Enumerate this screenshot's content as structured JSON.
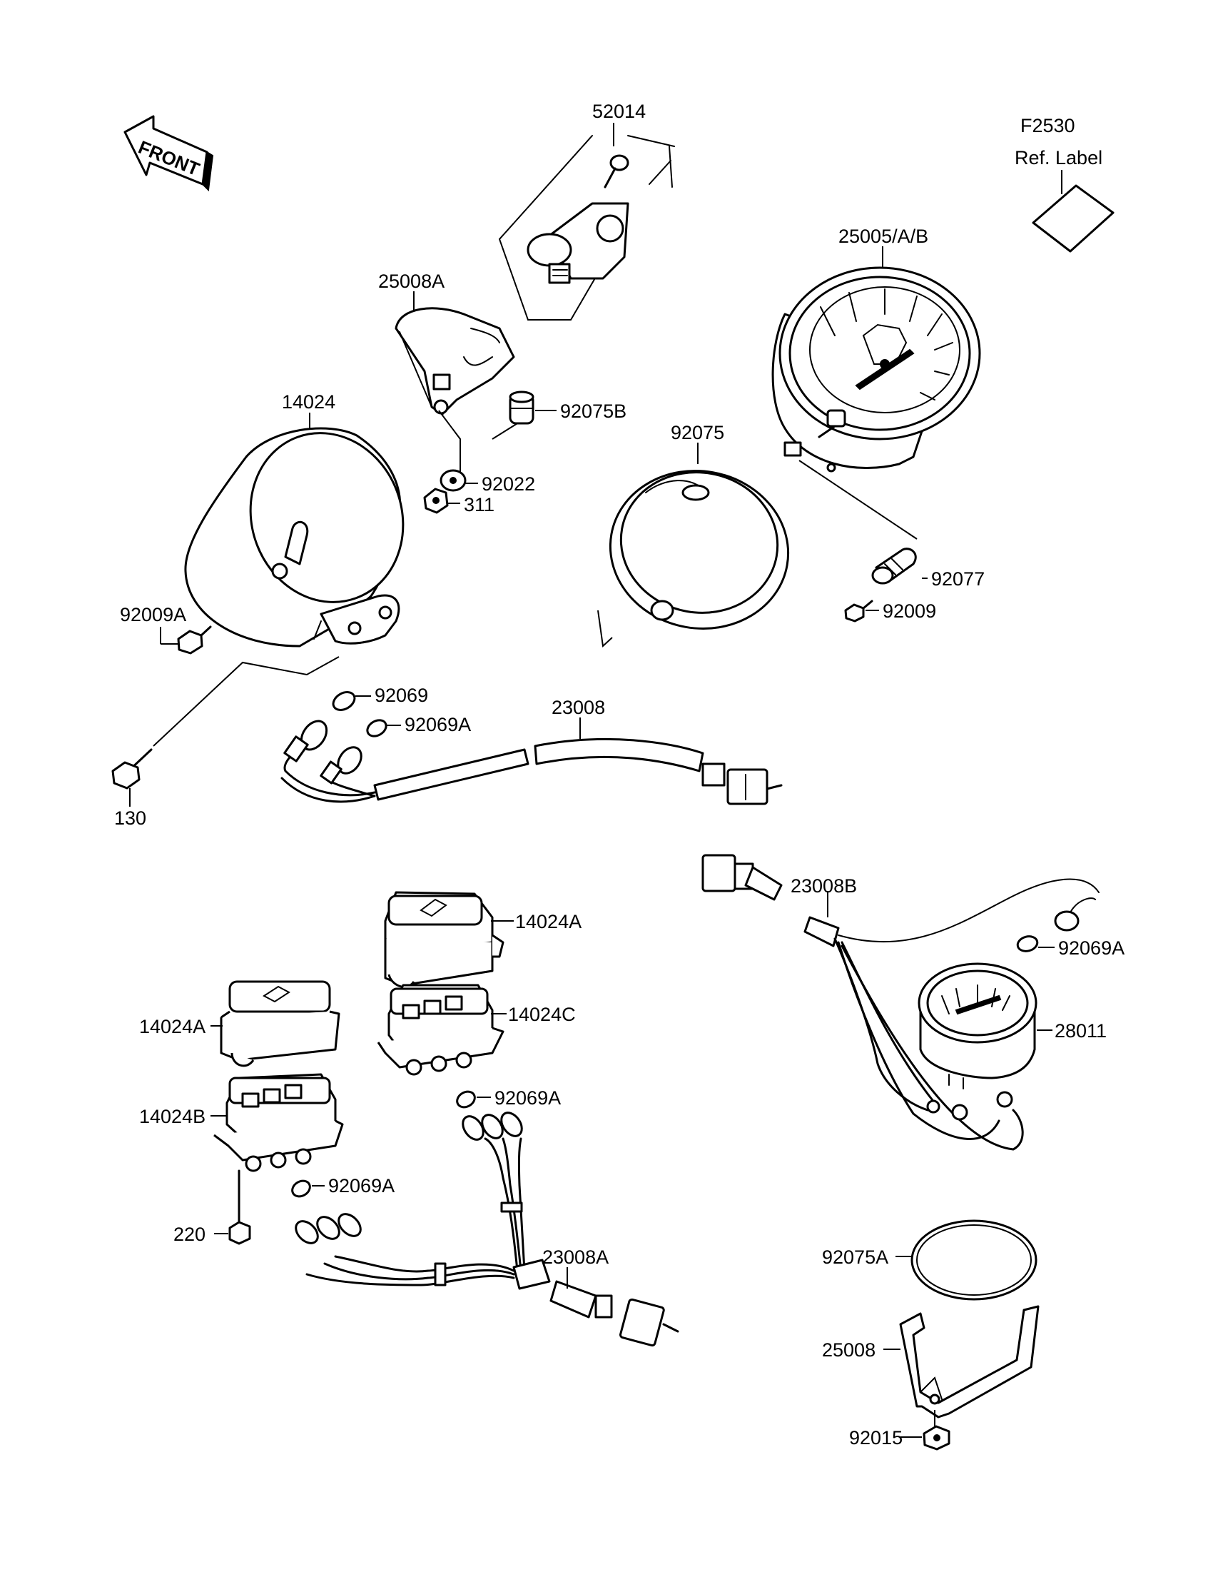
{
  "header": {
    "code": "F2530",
    "ref_label": "Ref. Label",
    "front": "FRONT"
  },
  "labels": {
    "p52014": "52014",
    "p25008A": "25008A",
    "p25005": "25005/A/B",
    "p14024": "14024",
    "p92075B": "92075B",
    "p92075": "92075",
    "p92022": "92022",
    "p311": "311",
    "p92077": "92077",
    "p92009": "92009",
    "p92009A": "92009A",
    "p92069_top": "92069",
    "p92069A_top": "92069A",
    "p23008": "23008",
    "p130": "130",
    "p23008B": "23008B",
    "p92069A_right": "92069A",
    "p28011": "28011",
    "p14024A_upper": "14024A",
    "p14024C": "14024C",
    "p14024A_left": "14024A",
    "p14024B": "14024B",
    "p92069A_mid": "92069A",
    "p92069A_low": "92069A",
    "p220": "220",
    "p23008A": "23008A",
    "p92075A": "92075A",
    "p25008": "25008",
    "p92015": "92015"
  }
}
